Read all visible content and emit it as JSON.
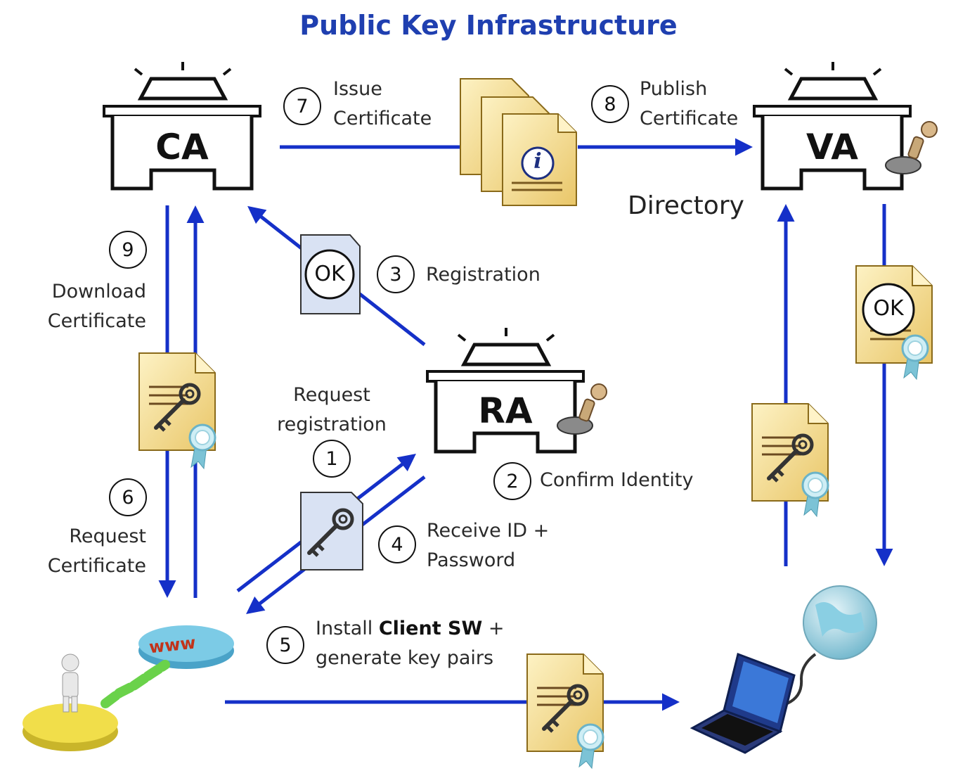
{
  "title": "Public Key Infrastructure",
  "nodes": {
    "ca": "CA",
    "va": "VA",
    "ra": "RA",
    "directory": "Directory",
    "www": "www"
  },
  "steps": [
    {
      "num": "1",
      "label_lines": [
        "Request",
        "registration"
      ]
    },
    {
      "num": "2",
      "label": "Confirm Identity"
    },
    {
      "num": "3",
      "label": "Registration"
    },
    {
      "num": "4",
      "label_lines": [
        "Receive ID +",
        "Password"
      ]
    },
    {
      "num": "5",
      "label_line1_prefix": "Install ",
      "label_line1_bold": "Client SW",
      "label_line1_suffix": " +",
      "label_line2": "generate key pairs"
    },
    {
      "num": "6",
      "label_lines": [
        "Request",
        "Certificate"
      ]
    },
    {
      "num": "7",
      "label_lines": [
        "Issue",
        "Certificate"
      ]
    },
    {
      "num": "8",
      "label_lines": [
        "Publish",
        "Certificate"
      ]
    },
    {
      "num": "9",
      "label_lines": [
        "Download",
        "Certificate"
      ]
    }
  ],
  "ok_label": "OK",
  "info_label": "i",
  "colors": {
    "title": "#1f3fb0",
    "arrow": "#1530c8",
    "document": "#f4dc8c",
    "document_blue": "#d9e2f3",
    "ribbon": "#8fd0e0"
  }
}
